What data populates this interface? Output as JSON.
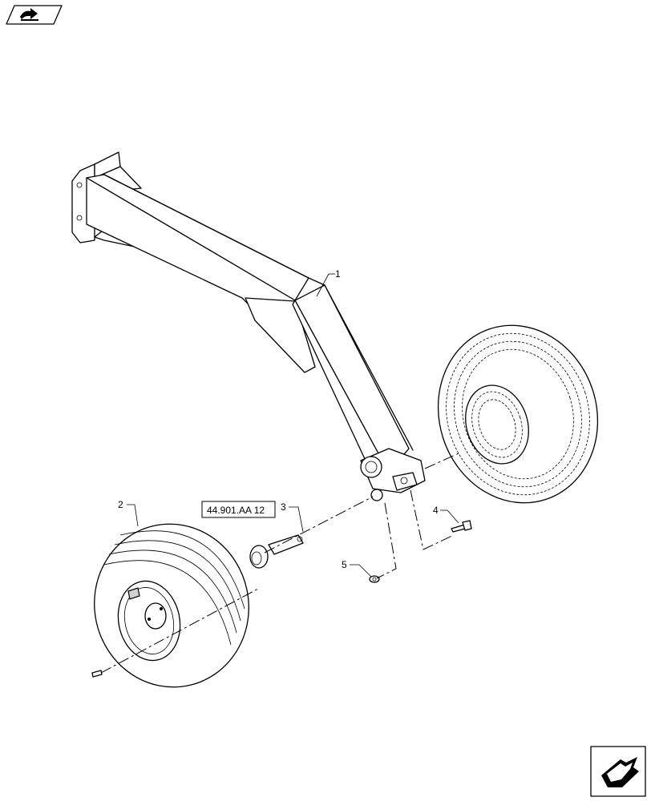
{
  "callouts": {
    "c1": "1",
    "c2": "2",
    "c3": "3",
    "c4": "4",
    "c5": "5"
  },
  "reference_box": "44.901.AA 12",
  "icons": {
    "top_left": "book-arrow-icon",
    "bottom_right": "next-page-arrow-icon"
  }
}
